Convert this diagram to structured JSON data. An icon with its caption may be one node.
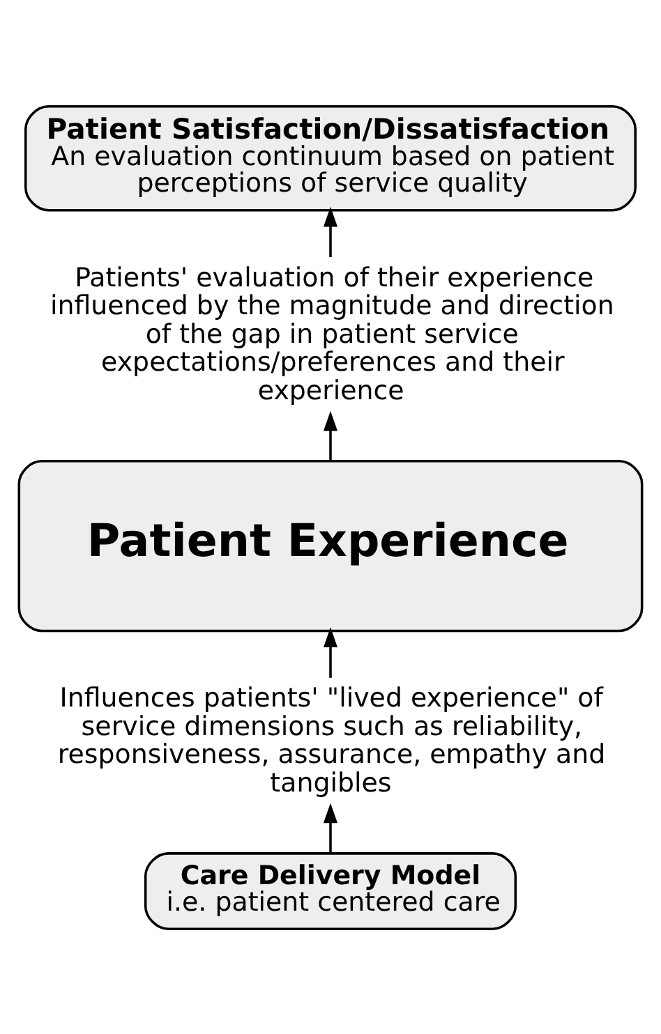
{
  "diagram": {
    "nodes": [
      {
        "text": [
          "Patient Satisfaction/Dissatisfaction",
          "An evaluation continuum based on patient perceptions of service quality"
        ]
      },
      {
        "text": [
          "Patients' evaluation of their experience influenced by the magnitude and direction of the gap in patient service expectations/preferences and their experience"
        ]
      },
      {
        "text": [
          "Patient Experience"
        ]
      },
      {
        "text": [
          "Influences patients' \"lived experience\" of service dimensions such as reliability, responsiveness, assurance, empathy and tangibles"
        ]
      },
      {
        "text": [
          "Care Delivery Model",
          "i.e. patient centered care"
        ]
      }
    ],
    "edges": [
      {
        "from": 4,
        "to": 3,
        "arrow": "to"
      },
      {
        "from": 3,
        "to": 2,
        "arrow": "to"
      },
      {
        "from": 2,
        "to": 1,
        "arrow": "to"
      },
      {
        "from": 1,
        "to": 0,
        "arrow": "to"
      }
    ]
  }
}
